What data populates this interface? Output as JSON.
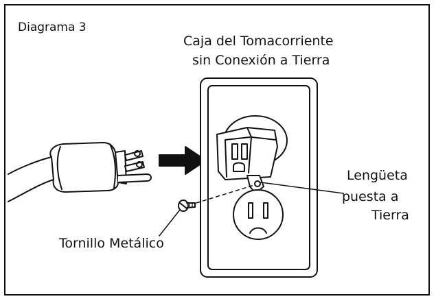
{
  "diagram": {
    "label": "Diagrama 3",
    "title_line1": "Caja del Tomacorriente",
    "title_line2": "sin Conexión a Tierra",
    "tab_label_line1": "Lengüeta",
    "tab_label_line2": "puesta a",
    "tab_label_line3": "Tierra",
    "screw_label": "Tornillo Metálico"
  }
}
